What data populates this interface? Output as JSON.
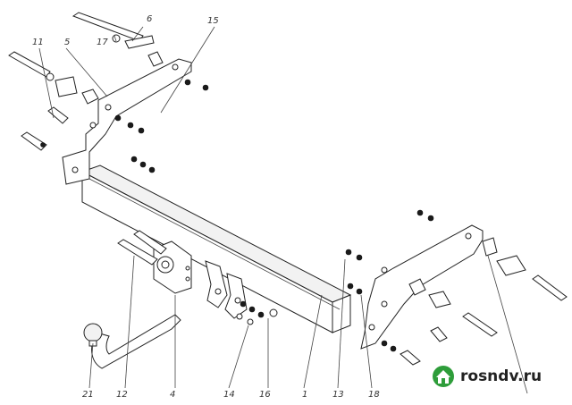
{
  "callouts": {
    "c6": "6",
    "c15": "15",
    "c17": "17",
    "c11": "11",
    "c5": "5",
    "c21": "21",
    "c12": "12",
    "c4": "4",
    "c14": "14",
    "c16": "16",
    "c1": "1",
    "c13": "13",
    "c18": "18"
  },
  "watermark": {
    "text": "rosndv.ru",
    "icon": "house-leaf-icon",
    "color": "#2e9d3a"
  }
}
